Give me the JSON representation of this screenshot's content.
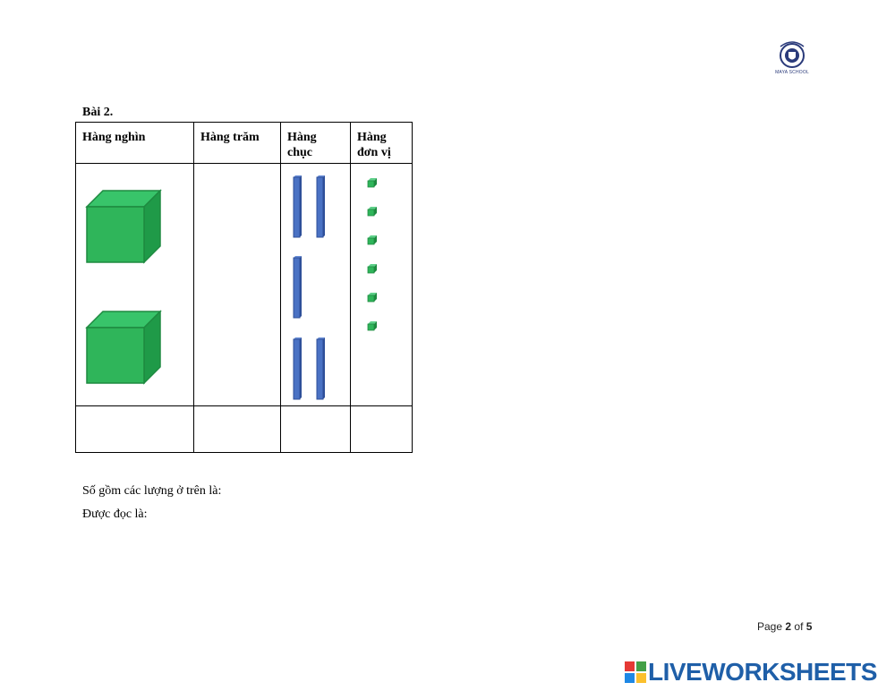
{
  "header": {
    "logo_text": "MAYA SCHOOL",
    "logo_icon": "school-crest-icon"
  },
  "exercise": {
    "title": "Bài 2.",
    "columns": [
      "Hàng nghìn",
      "Hàng trăm",
      "Hàng chục",
      "Hàng đơn vị"
    ],
    "thousands_count": 2,
    "hundreds_count": 0,
    "tens_count": 5,
    "units_count": 6,
    "answer_row": [
      "",
      "",
      "",
      ""
    ],
    "colors": {
      "cube": "#2fb55a",
      "cube_dark": "#1e8a40",
      "rod": "#4a72c4",
      "rod_dark": "#2e4f99"
    }
  },
  "questions": [
    "Số gồm các lượng ở trên là:",
    "Được đọc là:"
  ],
  "footer": {
    "page_prefix": "Page",
    "page_current": "2",
    "page_of": "of",
    "page_total": "5",
    "brand": "LIVEWORKSHEETS",
    "brand_icon": "liveworksheets-badge-icon"
  }
}
